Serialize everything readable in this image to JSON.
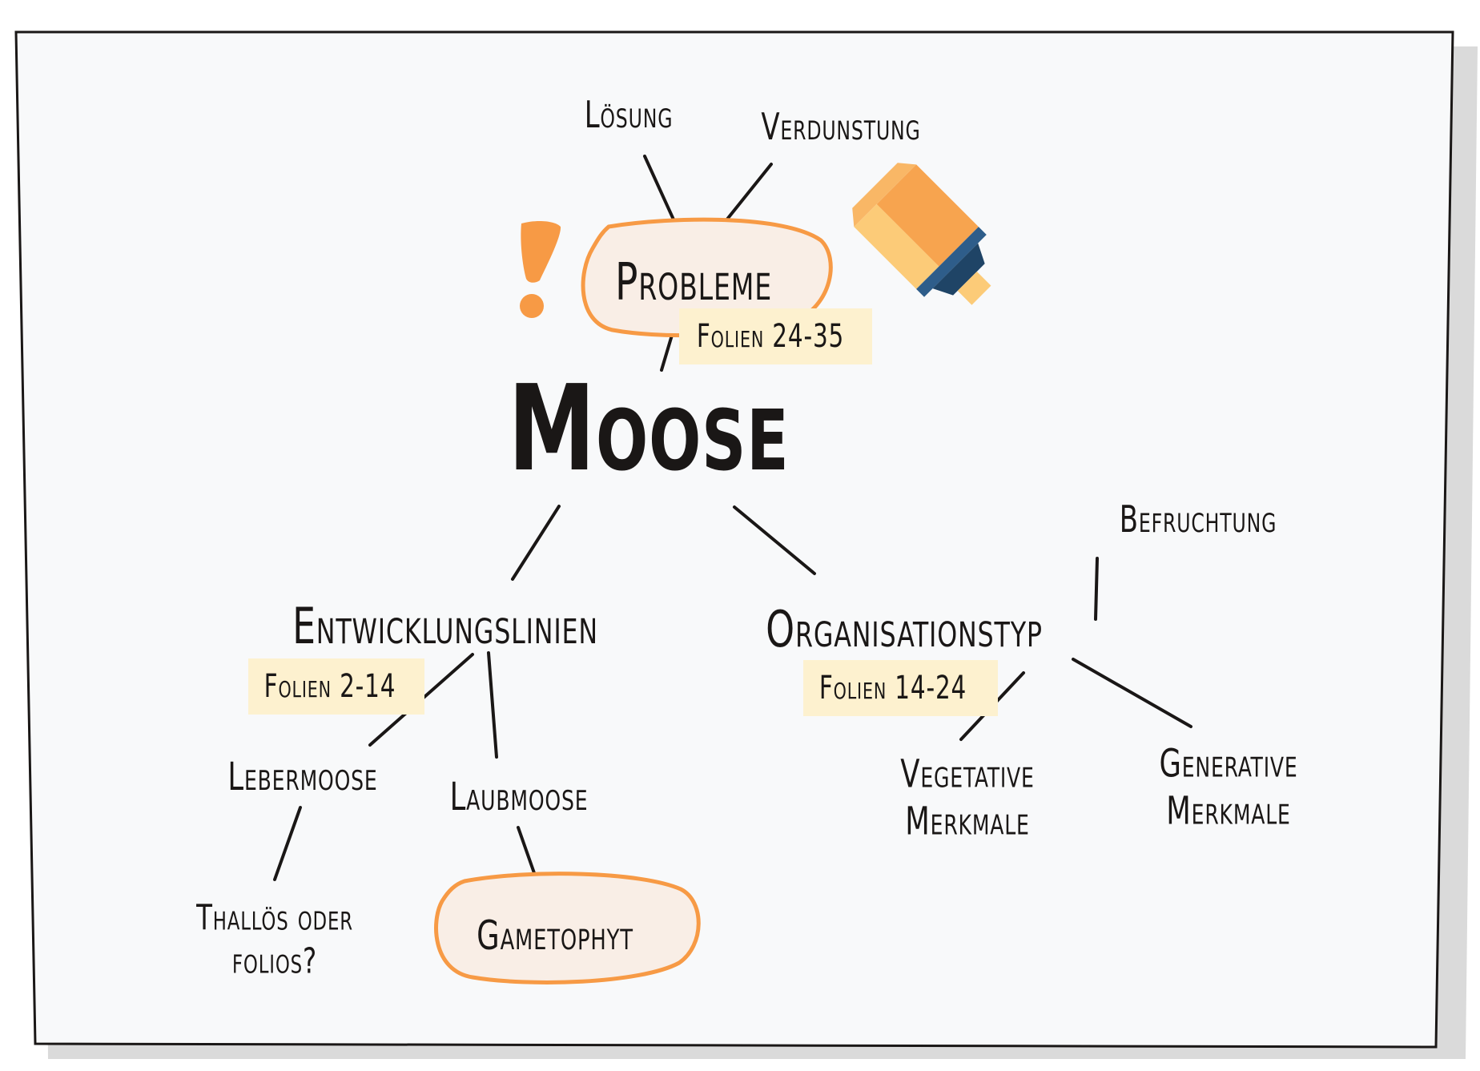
{
  "colors": {
    "accent": "#f79a45",
    "highlight_fill": "#f9eee6",
    "sticky": "#fdf1cf",
    "ink": "#1a1716",
    "paper": "#f8f9fa",
    "marker_body": "#f7a44f",
    "marker_light": "#fccb78",
    "marker_band": "#2e5d8a"
  },
  "icons": [
    "exclamation-icon",
    "highlighter-icon"
  ],
  "mindmap": {
    "center": "Moose",
    "probleme": {
      "label": "Probleme",
      "folien": "Folien 24-35",
      "children": [
        "Lösung",
        "Verdunstung"
      ]
    },
    "entwicklungslinien": {
      "label": "Entwicklungslinien",
      "folien": "Folien 2-14",
      "lebermoose": "Lebermoose",
      "thallos": [
        "Thallös oder",
        "folios?"
      ],
      "laubmoose": "Laubmoose",
      "gametophyt": "Gametophyt"
    },
    "organisationstyp": {
      "label": "Organisationstyp",
      "folien": "Folien 14-24",
      "befruchtung": "Befruchtung",
      "vegetative": [
        "Vegetative",
        "Merkmale"
      ],
      "generative": [
        "Generative",
        "Merkmale"
      ]
    }
  }
}
